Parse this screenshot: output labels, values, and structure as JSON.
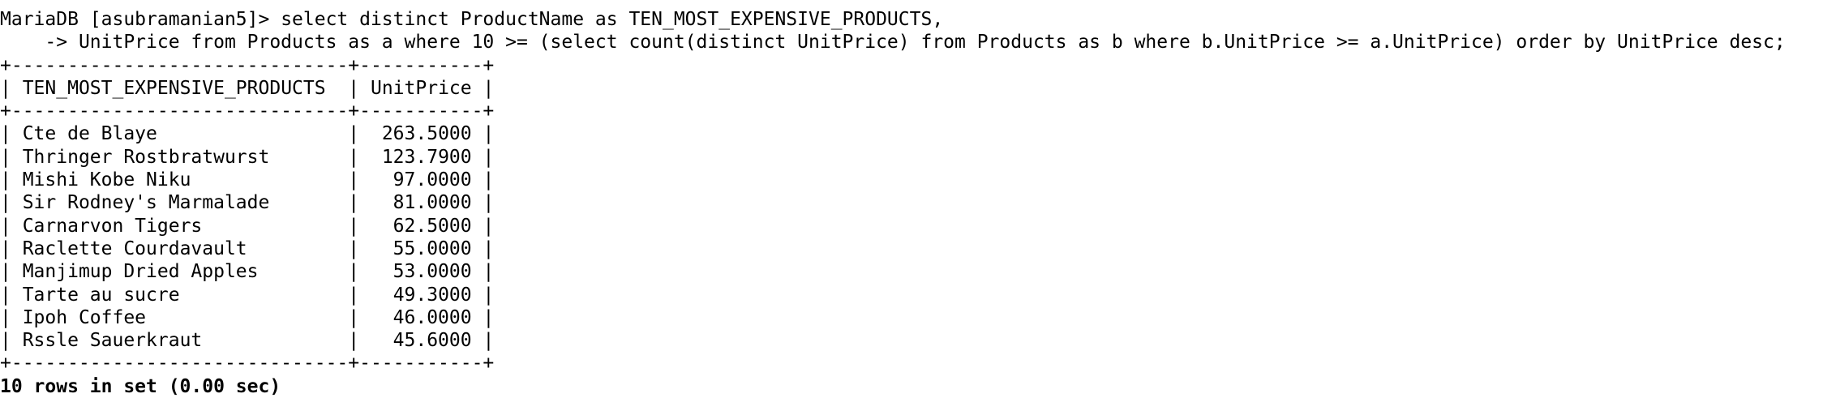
{
  "terminal": {
    "prompt": "MariaDB [asubramanian5]> ",
    "query_line1": "select distinct ProductName as TEN_MOST_EXPENSIVE_PRODUCTS,",
    "continuation_prompt": "    -> ",
    "query_line2": "UnitPrice from Products as a where 10 >= (select count(distinct UnitPrice) from Products as b where b.UnitPrice >= a.UnitPrice) order by UnitPrice desc;",
    "table": {
      "border": "+------------------------------+-----------+",
      "columns": [
        "TEN_MOST_EXPENSIVE_PRODUCTS",
        "UnitPrice"
      ],
      "rows": [
        {
          "name": "Cte de Blaye",
          "price": "263.5000"
        },
        {
          "name": "Thringer Rostbratwurst",
          "price": "123.7900"
        },
        {
          "name": "Mishi Kobe Niku",
          "price": "97.0000"
        },
        {
          "name": "Sir Rodney's Marmalade",
          "price": "81.0000"
        },
        {
          "name": "Carnarvon Tigers",
          "price": "62.5000"
        },
        {
          "name": "Raclette Courdavault",
          "price": "55.0000"
        },
        {
          "name": "Manjimup Dried Apples",
          "price": "53.0000"
        },
        {
          "name": "Tarte au sucre",
          "price": "49.3000"
        },
        {
          "name": "Ipoh Coffee",
          "price": "46.0000"
        },
        {
          "name": "Rssle Sauerkraut",
          "price": "45.6000"
        }
      ]
    },
    "result_summary": "10 rows in set (0.00 sec)"
  }
}
